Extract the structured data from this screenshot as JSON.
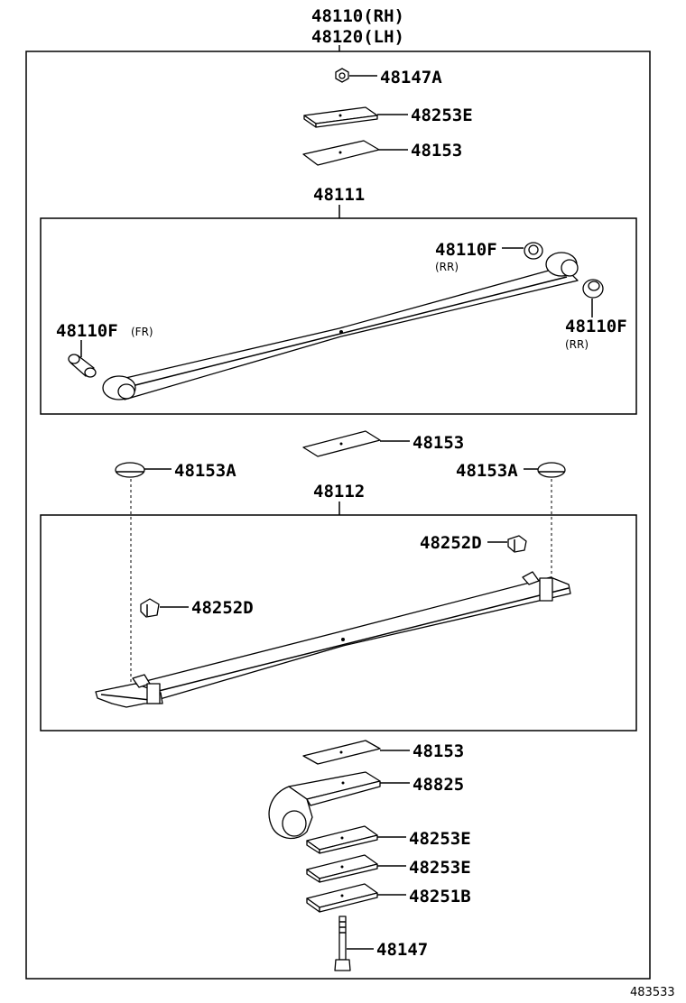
{
  "header": {
    "assembly_rh": "48110(RH)",
    "assembly_lh": "48120(LH)"
  },
  "parts": {
    "nut_top": "48147A",
    "plate_top": "48253E",
    "pad_top": "48153",
    "leaf_1": "48111",
    "bushing_rr_a": "48110F",
    "bushing_rr_a_note": "(RR)",
    "bushing_fr": "48110F",
    "bushing_fr_note": "(FR)",
    "bushing_rr_b": "48110F",
    "bushing_rr_b_note": "(RR)",
    "pad_mid": "48153",
    "cap_left": "48153A",
    "cap_right": "48153A",
    "leaf_2": "48112",
    "clip_right": "48252D",
    "clip_left": "48252D",
    "pad_bottom": "48153",
    "seat": "48825",
    "plate_b1": "48253E",
    "plate_b2": "48253E",
    "plate_b3": "48251B",
    "bolt": "48147"
  },
  "footer": {
    "diagram_id": "483533"
  }
}
